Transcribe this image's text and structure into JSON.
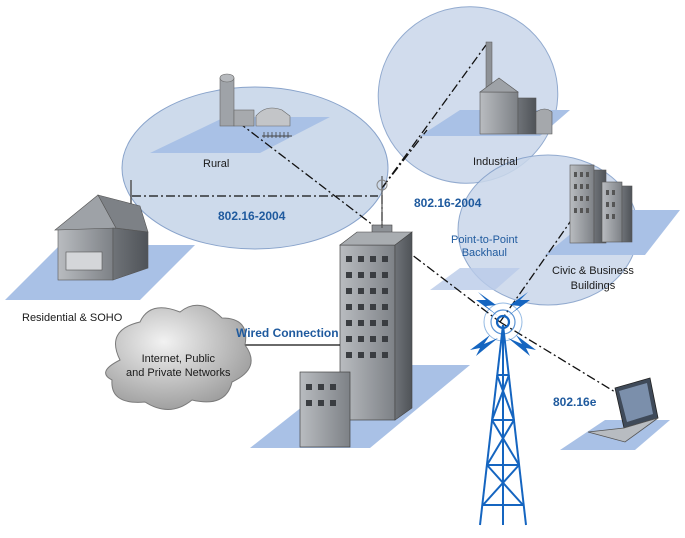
{
  "labels": {
    "rural": "Rural",
    "industrial": "Industrial",
    "residential": "Residential & SOHO",
    "civic_line1": "Civic & Business",
    "civic_line2": "Buildings",
    "link_left": "802.16-2004",
    "link_right": "802.16-2004",
    "backhaul_line1": "Point-to-Point",
    "backhaul_line2": "Backhaul",
    "wired": "Wired Connection",
    "internet_line1": "Internet, Public",
    "internet_line2": "and Private Networks",
    "mobile": "802.16e"
  },
  "colors": {
    "cell_fill": "#c9d7ea",
    "cell_stroke": "#7f9cc7",
    "ground": "#a9c1e6",
    "accent_blue": "#1f5a9e",
    "tower_blue": "#1565c0",
    "building_gray": "#8e9297"
  }
}
